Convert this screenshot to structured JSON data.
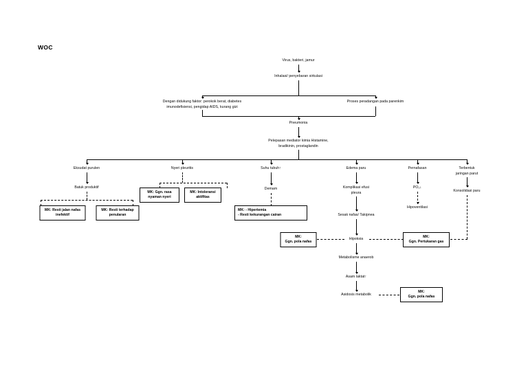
{
  "page": {
    "title_label": "WOC"
  },
  "nodes": {
    "etiology": "Virus, bakteri, jamur",
    "route": "Inhalasi/ penyebaran sirkulasi",
    "risk_factors": "Dengan didukung faktor: perokok berat, diabetes\nimunodefisiensi, pengidap AIDS, kurang gizi",
    "inflammation": "Proses peradangan pada parenkim",
    "pneumonia": "Pneumonia",
    "mediators": "Pelepasan mediator kimia Histamine,\nbradikinin, prostaglandin",
    "branch_exudate": "Eksudat purulen",
    "branch_pain": "Nyeri pleuritis",
    "branch_temp": "Suhu tubuh↑",
    "branch_edema": "Edema paru",
    "branch_breathing": "Pernafasan",
    "branch_scar": "Terbentuk\njaringan parut",
    "productive_cough": "Batuk produktif",
    "fever": "Demam",
    "effusion": "Komplikasi efusi\npleura",
    "po2": "PO₂↓",
    "consolidation": "Konsolidasi paru",
    "hypoventilation": "Hipoventilasi",
    "dyspnea": "Sesak nafas/ Takipnea",
    "hypoxia": "Hipoksia",
    "anaerobic": "Metabolisme anaerob",
    "lactate": "Asam laktat↑",
    "acidosis": "Asidosis metabolik"
  },
  "diagnoses": {
    "airway": "MK: Resti jalan nafas\ninefektif",
    "transmission": "MK: Resti terhadap\npenularan",
    "comfort": "MK: Ggn. rasa\nnyaman nyeri",
    "activity": "MK: Intoleransi\naktifitas",
    "hyperthermia": "MK: - Hipertemia\n        - Resti kekurangan cairan",
    "breathing_pattern_left": "MK:\nGgn. pola nafas",
    "gas_exchange": "MK:\nGgn. Pertukaran gas",
    "breathing_pattern_bottom": "MK:\nGgn. pola nafas"
  },
  "colors": {
    "line": "#000000",
    "background": "#ffffff",
    "text": "#000000"
  }
}
